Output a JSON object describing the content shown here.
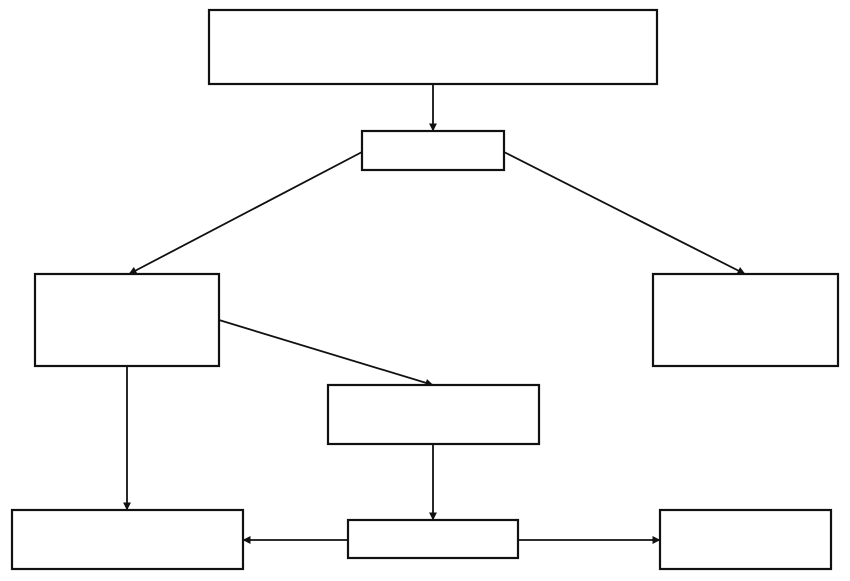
{
  "diagram": {
    "type": "flowchart",
    "line_color": "#111111",
    "background_color": "#ffffff",
    "nodes": [
      {
        "id": "top",
        "label": ""
      },
      {
        "id": "middle-small",
        "label": ""
      },
      {
        "id": "left",
        "label": ""
      },
      {
        "id": "right",
        "label": ""
      },
      {
        "id": "center",
        "label": ""
      },
      {
        "id": "bottom-left",
        "label": ""
      },
      {
        "id": "bottom-center",
        "label": ""
      },
      {
        "id": "bottom-right",
        "label": ""
      }
    ],
    "edges": [
      {
        "from": "top",
        "to": "middle-small"
      },
      {
        "from": "middle-small",
        "to": "left"
      },
      {
        "from": "middle-small",
        "to": "right"
      },
      {
        "from": "left",
        "to": "center"
      },
      {
        "from": "left",
        "to": "bottom-left"
      },
      {
        "from": "center",
        "to": "bottom-center"
      },
      {
        "from": "bottom-center",
        "to": "bottom-left"
      },
      {
        "from": "bottom-center",
        "to": "bottom-right"
      }
    ]
  }
}
